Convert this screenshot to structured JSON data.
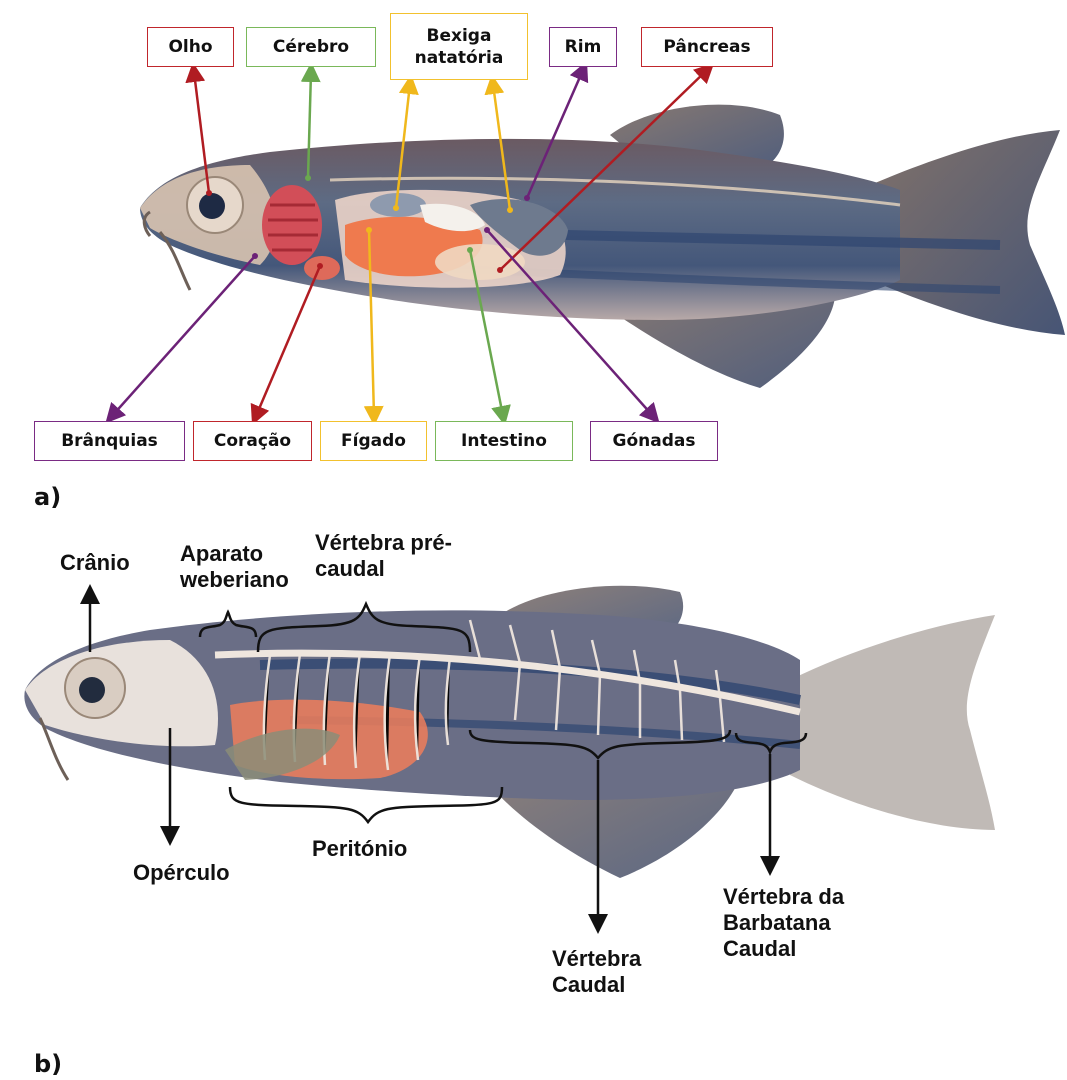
{
  "panel_a": {
    "letter": "a)",
    "labels": {
      "olho": "Olho",
      "cerebro": "Cérebro",
      "bexiga": "Bexiga\nnatatória",
      "rim": "Rim",
      "pancreas": "Pâncreas",
      "branquias": "Brânquias",
      "coracao": "Coração",
      "figado": "Fígado",
      "intestino": "Intestino",
      "gonadas": "Gónadas"
    },
    "label_colors": {
      "red": "#c0262c",
      "green": "#7ab85a",
      "yellow": "#f2c12e",
      "purple": "#7a2b84"
    }
  },
  "panel_b": {
    "letter": "b)",
    "labels": {
      "cranio": "Crânio",
      "aparato": "Aparato\nweberiano",
      "pre_caudal": "Vértebra pré-\ncaudal",
      "operculo": "Opérculo",
      "peritonio": "Peritónio",
      "caudal": "Vértebra\nCaudal",
      "barbatana": "Vértebra da\nBarbatana\nCaudal"
    }
  }
}
